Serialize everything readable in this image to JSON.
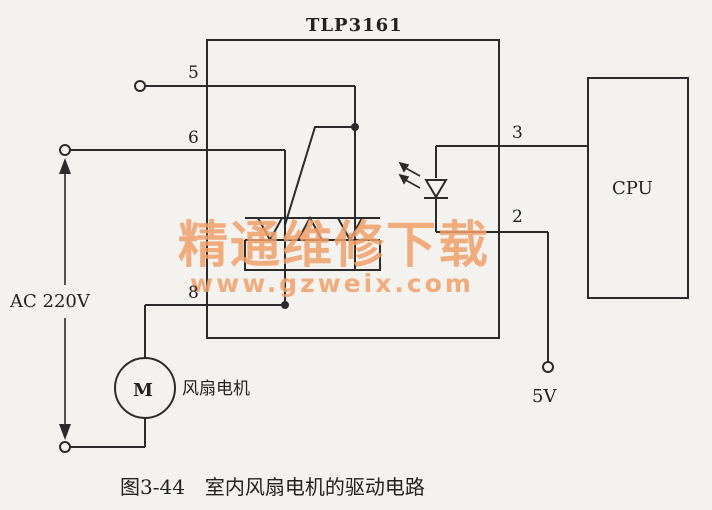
{
  "chip_label": "TLP3161",
  "pins": {
    "p5": "5",
    "p6": "6",
    "p8": "8",
    "p3": "3",
    "p2": "2"
  },
  "cpu_label": "CPU",
  "supply_label": "AC 220V",
  "vcc_label": "5V",
  "motor_symbol": "M",
  "motor_label": "风扇电机",
  "caption": "图3-44　室内风扇电机的驱动电路",
  "watermark": {
    "title": "精通维修下载",
    "url": "www.gzweix.com"
  },
  "colors": {
    "line": "#2b2b2b",
    "paper": "#f4f2ee",
    "watermark": "#f0a06a"
  }
}
